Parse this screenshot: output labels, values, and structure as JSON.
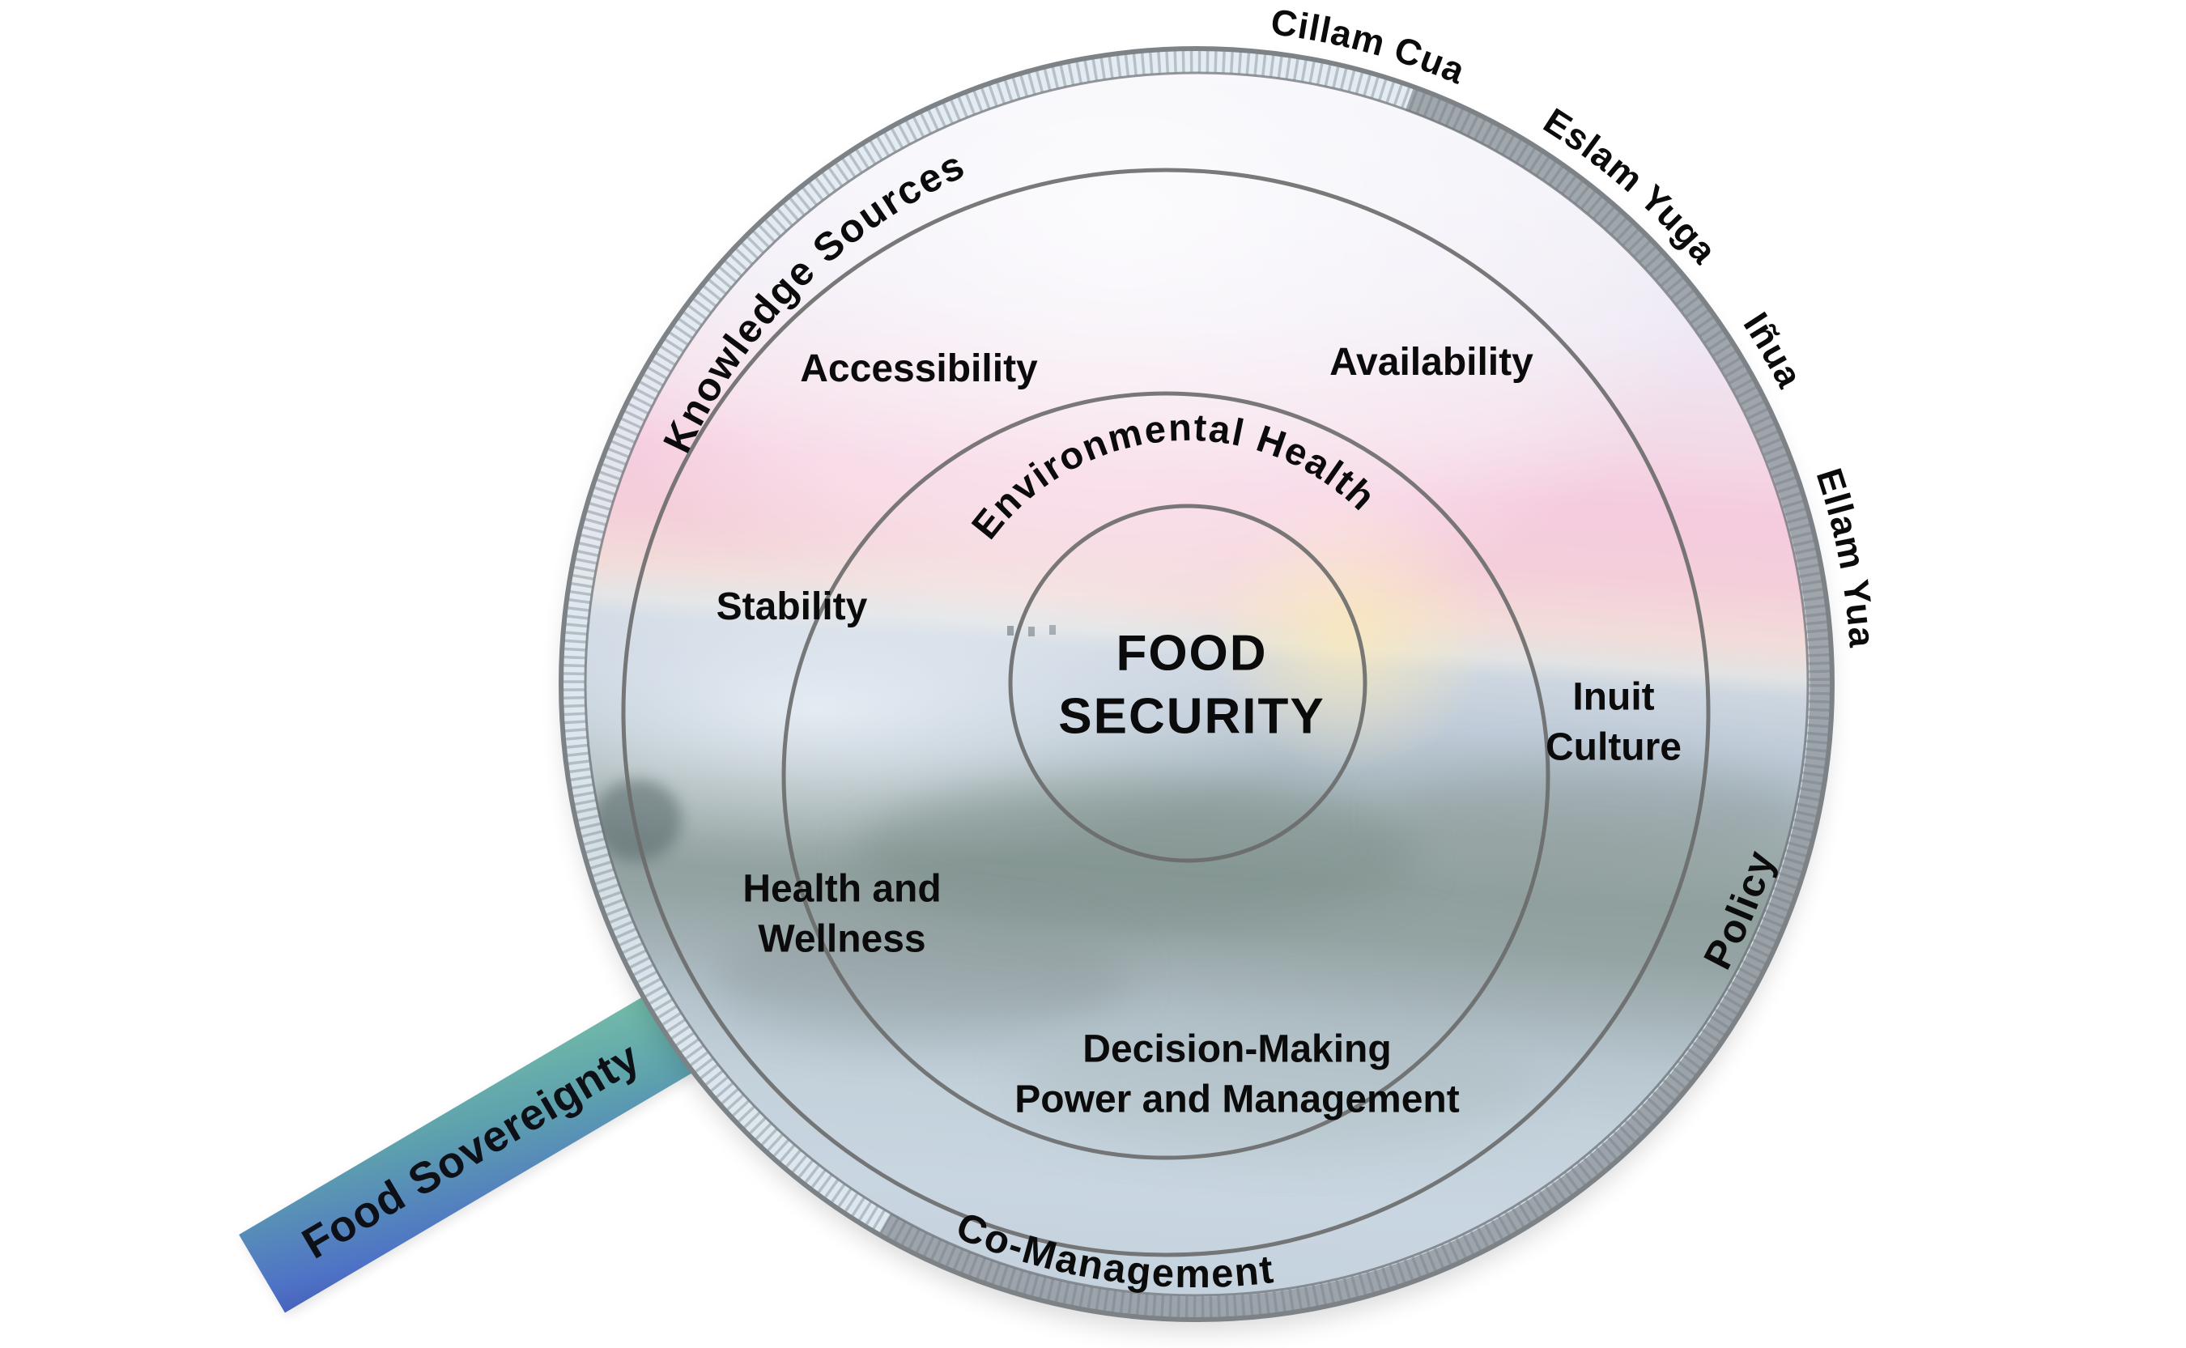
{
  "lens": {
    "center": {
      "line1": "FOOD",
      "line2": "SECURITY"
    },
    "ring_environmental": {
      "label": "Environmental Health"
    },
    "pillars": {
      "accessibility": "Accessibility",
      "availability": "Availability",
      "stability": "Stability",
      "inuit_culture": {
        "line1": "Inuit",
        "line2": "Culture"
      },
      "health_wellness": {
        "line1": "Health and",
        "line2": "Wellness"
      },
      "decision_making": {
        "line1": "Decision-Making",
        "line2": "Power and Management"
      }
    },
    "governance": {
      "knowledge_sources": "Knowledge Sources",
      "co_management": "Co-Management",
      "policy": "Policy"
    },
    "outer_terms": [
      "Cillam Cua",
      "Eslam Yuga",
      "Iñua",
      "Ellam Yua"
    ],
    "handle": {
      "label": "Food Sovereignty"
    }
  },
  "colors": {
    "handle_teal": "#74bca8",
    "handle_blue": "#4e72c6",
    "ring_stroke": "#6e6e6e",
    "rim_gray": "#7d8286",
    "label_text": "#0b0b0b",
    "sky_pink": "#f5cbde",
    "snow_blue": "#c3d1db"
  }
}
